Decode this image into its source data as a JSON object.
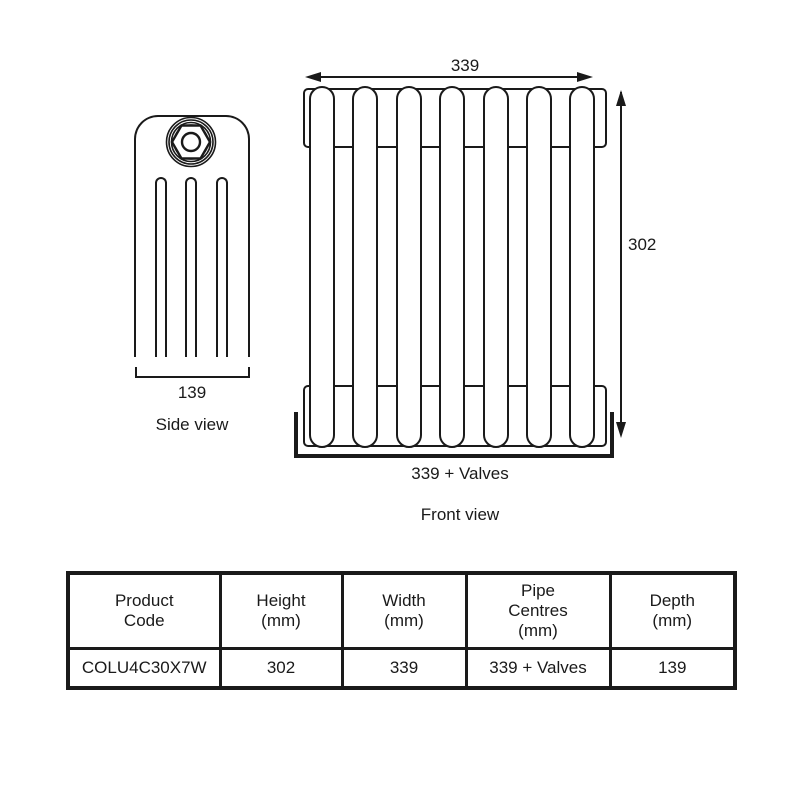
{
  "side_view": {
    "caption": "Side view",
    "depth_label": "139"
  },
  "front_view": {
    "caption": "Front view",
    "width_label": "339",
    "height_label": "302",
    "pipe_centres_label": "339 + Valves"
  },
  "spec_table": {
    "headers": [
      "Product\nCode",
      "Height\n(mm)",
      "Width\n(mm)",
      "Pipe\nCentres\n(mm)",
      "Depth\n(mm)"
    ],
    "row": [
      "COLU4C30X7W",
      "302",
      "339",
      "339 + Valves",
      "139"
    ]
  },
  "colors": {
    "line": "#1a1a1a",
    "background": "#ffffff"
  }
}
